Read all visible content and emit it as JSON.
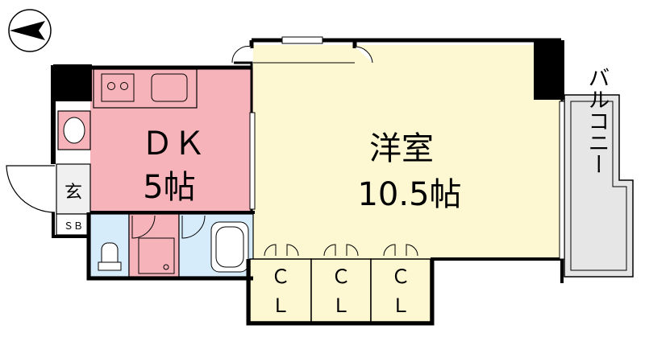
{
  "colors": {
    "dk_fill": "#f7b3ba",
    "room_fill": "#fdf7d2",
    "bath_fill": "#d7ecfb",
    "balcony_fill": "#e8e8e8",
    "wall": "#000000"
  },
  "icons": {
    "compass": "north-arrow-icon",
    "stove": "stove-icon",
    "sink": "sink-icon",
    "washbasin": "washbasin-icon",
    "toilet": "toilet-icon",
    "bathtub": "bathtub-icon",
    "door_swing": "door-swing-icon"
  },
  "rooms": {
    "dk": {
      "name": "ＤＫ",
      "size": "5帖"
    },
    "western": {
      "name": "洋室",
      "size": "10.5帖"
    },
    "entrance": {
      "name": "玄"
    },
    "shoe_box": {
      "name": "ＳＢ"
    },
    "balcony": {
      "name": "バルコニー"
    },
    "closets": [
      {
        "line1": "Ｃ",
        "line2": "Ｌ"
      },
      {
        "line1": "Ｃ",
        "line2": "Ｌ"
      },
      {
        "line1": "Ｃ",
        "line2": "Ｌ"
      }
    ]
  }
}
